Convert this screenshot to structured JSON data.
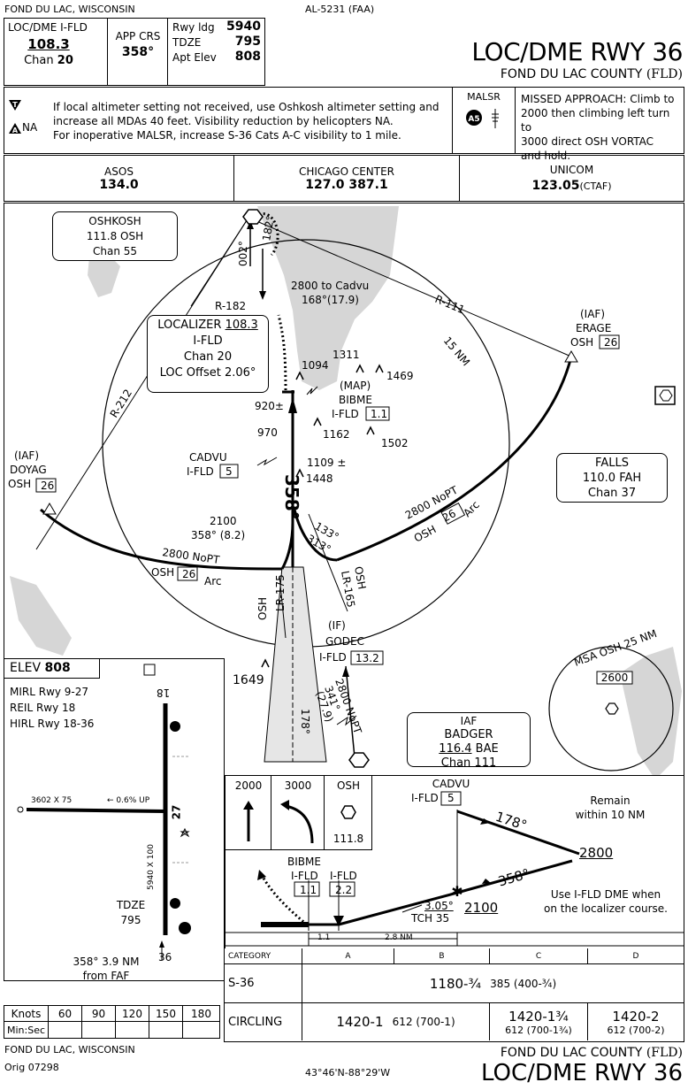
{
  "header": {
    "location": "FOND DU LAC, WISCONSIN",
    "procedure_id": "AL-5231 (FAA)",
    "title": "LOC/DME RWY 36",
    "airport": "FOND DU LAC COUNTY",
    "airport_id": "(FLD)"
  },
  "briefing": {
    "loc_label": "LOC/DME  I-FLD",
    "loc_freq": "108.3",
    "chan_label": "Chan",
    "chan_value": "20",
    "app_crs_label": "APP CRS",
    "app_crs_value": "358°",
    "rwy_ldg_label": "Rwy ldg",
    "rwy_ldg_value": "5940",
    "tdze_label": "TDZE",
    "tdze_value": "795",
    "apt_elev_label": "Apt Elev",
    "apt_elev_value": "808"
  },
  "notes": {
    "symbol_t": "T",
    "symbol_a": "A",
    "na": "NA",
    "line1": "If local altimeter setting not received, use Oshkosh altimeter setting and",
    "line2": "increase all MDAs 40 feet. Visibility reduction by helicopters NA.",
    "line3": "For inoperative MALSR, increase S-36 Cats A-C visibility to 1 mile.",
    "malsr": "MALSR",
    "malsr_badge": "A5",
    "missed_approach": [
      "MISSED APPROACH:  Climb to",
      "2000 then climbing left turn to",
      "3000 direct OSH VORTAC",
      "and hold."
    ]
  },
  "comms": [
    {
      "label": "ASOS",
      "value": "134.0",
      "extra": ""
    },
    {
      "label": "CHICAGO CENTER",
      "value": "127.0  387.1",
      "extra": ""
    },
    {
      "label": "UNICOM",
      "value": "123.05",
      "extra": "(CTAF)"
    }
  ],
  "plan": {
    "oshkosh_box": [
      "OSHKOSH",
      "111.8  OSH",
      "Chan 55"
    ],
    "localizer_box": [
      "LOCALIZER",
      "108.3",
      "I-FLD",
      "Chan 20",
      "LOC Offset 2.06°"
    ],
    "falls_box": [
      "FALLS",
      "110.0  FAH",
      "Chan 37"
    ],
    "badger_box": [
      "IAF",
      "BADGER",
      "116.4",
      "BAE",
      "Chan 111"
    ],
    "labels": {
      "r182": "R-182",
      "r111": "R-111",
      "r212": "R-212",
      "to_cadvu": "2800 to Cadvu",
      "to_cadvu_crs": "168°(17.9)",
      "nm15": "15 NM",
      "crs002": "002°",
      "crs182": "182°",
      "iaf": "(IAF)",
      "erage": "ERAGE",
      "osh26": "OSH",
      "n26": "26",
      "doyag": "DOYAG",
      "map": "(MAP)",
      "bibme": "BIBME",
      "ifld": "I-FLD",
      "d11": "1.1",
      "cadvu": "CADVU",
      "d5": "5",
      "e1311": "1311",
      "e1469": "1469",
      "e1094": "1094",
      "e920": "920±",
      "e970": "970",
      "e1162": "1162",
      "e1502": "1502",
      "e1109": "1109 ±",
      "e1448": "1448",
      "e1649": "1649",
      "crs358": "358°",
      "alt2100": "2100",
      "crs2100": "358° (8.2)",
      "noPT_w": "2800 NoPT",
      "arc": "Arc",
      "noPT_e": "2800 NoPT",
      "crs133": "133°",
      "crs313": "313°",
      "lr165": "LR-165",
      "lr175": "LR-175",
      "osh": "OSH",
      "if": "(IF)",
      "godec": "GODEC",
      "d132": "13.2",
      "noPT_s": "2800 NoPT",
      "crs341": "341°",
      "dist279": "(27.9)",
      "crs178": "178°",
      "msa": "MSA OSH 25 NM",
      "msa_alt": "2600"
    }
  },
  "airport_diagram": {
    "elev_label": "ELEV",
    "elev_value": "808",
    "lights": [
      "MIRL Rwy 9-27",
      "REIL Rwy 18",
      "HIRL Rwy 18-36"
    ],
    "rwy_18": "18",
    "rwy_27": "27",
    "rwy_36": "36",
    "rwy_9_27_dims": "3602 X 75",
    "grade": "0.6% UP",
    "rwy_18_36_dims": "5940 X 100",
    "tdze_label": "TDZE",
    "tdze_value": "795",
    "faf_note": [
      "358° 3.9 NM",
      "from FAF"
    ]
  },
  "profile": {
    "icons": [
      "2000",
      "3000",
      "OSH",
      "111.8"
    ],
    "cadvu": "CADVU",
    "ifld5": "I-FLD",
    "d5": "5",
    "remain": [
      "Remain",
      "within 10 NM"
    ],
    "crs178": "178°",
    "alt2800": "2800",
    "crs358": "358°",
    "alt2100": "2100",
    "bibme": "BIBME",
    "ifld": "I-FLD",
    "d11": "1.1",
    "ifld2": "I-FLD",
    "d22": "2.2",
    "gs": "3.05°",
    "tch": "TCH 35",
    "use_dme": [
      "Use I-FLD DME when",
      "on the localizer course."
    ],
    "seg1": "1.1",
    "seg2": "2.8 NM"
  },
  "minimums": {
    "cat_label": "CATEGORY",
    "cats": [
      "A",
      "B",
      "C",
      "D"
    ],
    "s36_label": "S-36",
    "s36_mda": "1180-¾",
    "s36_hat": "385 (400-¾)",
    "circ_label": "CIRCLING",
    "circ_ab": "1420-1",
    "circ_ab_hat": "612 (700-1)",
    "circ_c": "1420-1¾",
    "circ_c_hat": "612 (700-1¾)",
    "circ_d": "1420-2",
    "circ_d_hat": "612 (700-2)"
  },
  "speed_table": {
    "knots_label": "Knots",
    "minsec_label": "Min:Sec",
    "knots": [
      "60",
      "90",
      "120",
      "150",
      "180"
    ]
  },
  "footer": {
    "location": "FOND DU LAC, WISCONSIN",
    "amendment": "Orig  07298",
    "coords": "43°46'N-88°29'W",
    "airport": "FOND DU LAC COUNTY",
    "airport_id": "(FLD)",
    "title": "LOC/DME RWY 36"
  }
}
